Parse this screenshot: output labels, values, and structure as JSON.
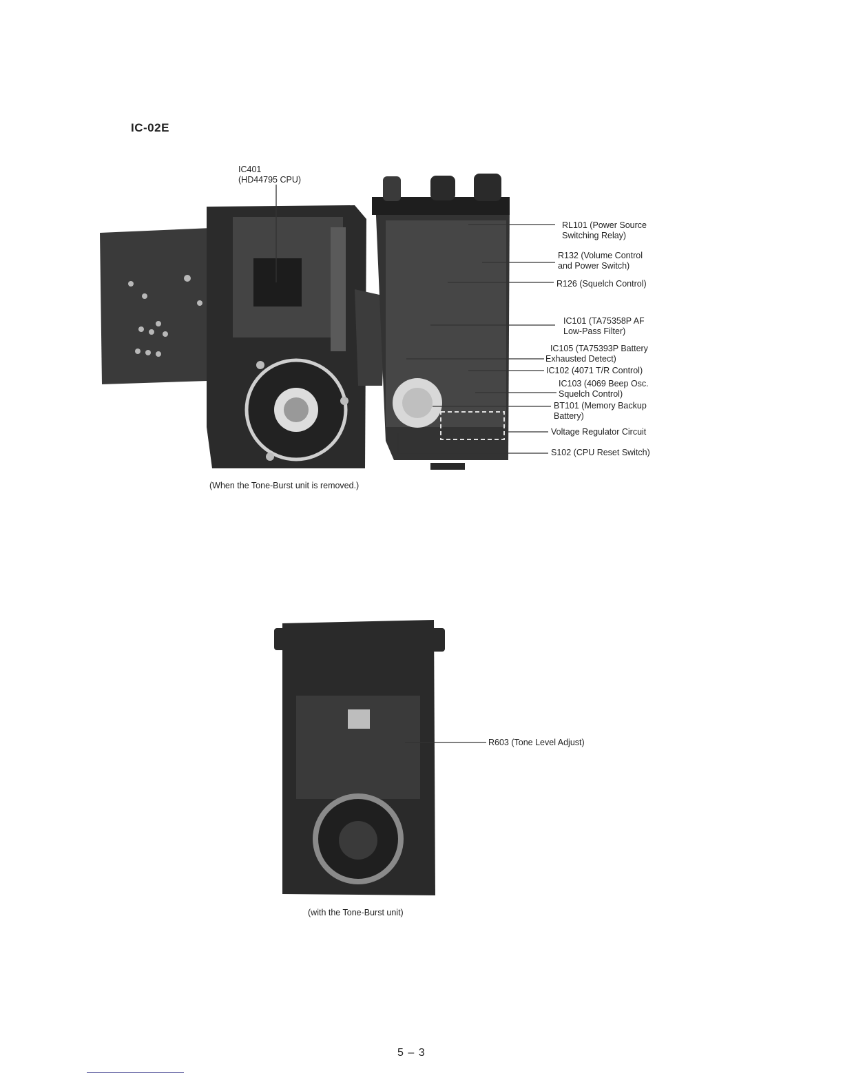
{
  "page": {
    "model_title": "IC-02E",
    "page_number": "5 – 3"
  },
  "figure_top": {
    "cpu_label": {
      "line1": "IC401",
      "line2": "(HD44795 CPU)"
    },
    "labels": [
      {
        "line1": "RL101 (Power Source",
        "line2": "Switching Relay)"
      },
      {
        "line1": "R132 (Volume Control",
        "line2": "and Power Switch)"
      },
      {
        "line1": "R126 (Squelch Control)",
        "line2": ""
      },
      {
        "line1": "IC101 (TA75358P AF",
        "line2": "Low-Pass Filter)"
      },
      {
        "line1": "IC105 (TA75393P Battery",
        "line2": "Exhausted Detect)"
      },
      {
        "line1": "IC102 (4071 T/R Control)",
        "line2": ""
      },
      {
        "line1": "IC103 (4069 Beep Osc.",
        "line2": "Squelch Control)"
      },
      {
        "line1": "BT101 (Memory Backup",
        "line2": "Battery)"
      },
      {
        "line1": "Voltage Regulator Circuit",
        "line2": ""
      },
      {
        "line1": "S102 (CPU Reset Switch)",
        "line2": ""
      }
    ],
    "caption": "(When the Tone-Burst unit is removed.)"
  },
  "figure_bottom": {
    "labels": [
      {
        "line1": "R603 (Tone Level Adjust)",
        "line2": ""
      }
    ],
    "caption": "(with the Tone-Burst unit)"
  },
  "colors": {
    "board_dark": "#2a2a2a",
    "board_mid": "#4a4a4a",
    "leader_line": "#333333"
  }
}
